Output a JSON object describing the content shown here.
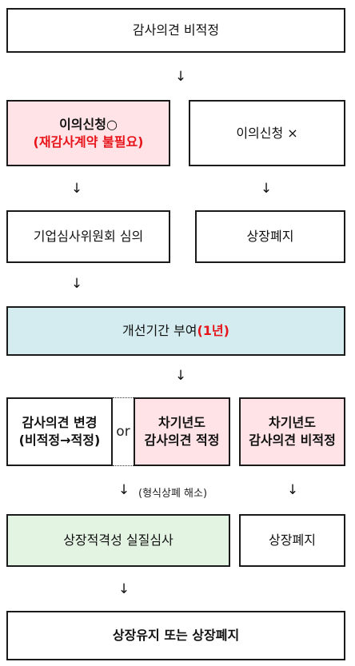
{
  "nodes": {
    "unqualified": "감사의견 비적정",
    "appeal_yes_line1": "이의신청○",
    "appeal_yes_line2": "(재감사계약 불필요)",
    "appeal_no": "이의신청 ×",
    "committee_review": "기업심사위원회 심의",
    "delisting_1": "상장폐지",
    "improvement_period_prefix": "개선기간 부여",
    "improvement_period_duration": "(1년)",
    "opinion_change_line1": "감사의견 변경",
    "opinion_change_line2": "(비적정→적정)",
    "or_label": "or",
    "next_year_qualified_line1": "차기년도",
    "next_year_qualified_line2": "감사의견 적정",
    "next_year_unqualified_line1": "차기년도",
    "next_year_unqualified_line2": "감사의견 비적정",
    "formal_delisting_resolved": "(형식상폐 해소)",
    "listing_eligibility_review": "상장적격성 실질심사",
    "delisting_2": "상장폐지",
    "final_outcome": "상장유지 또는 상장폐지"
  },
  "arrow_glyph": "↓",
  "colors": {
    "appeal_fill": "#ffe3e6",
    "improvement_fill": "#d4ecf0",
    "review_fill": "#e3f4e3",
    "emphasis_red": "#e8141b"
  }
}
